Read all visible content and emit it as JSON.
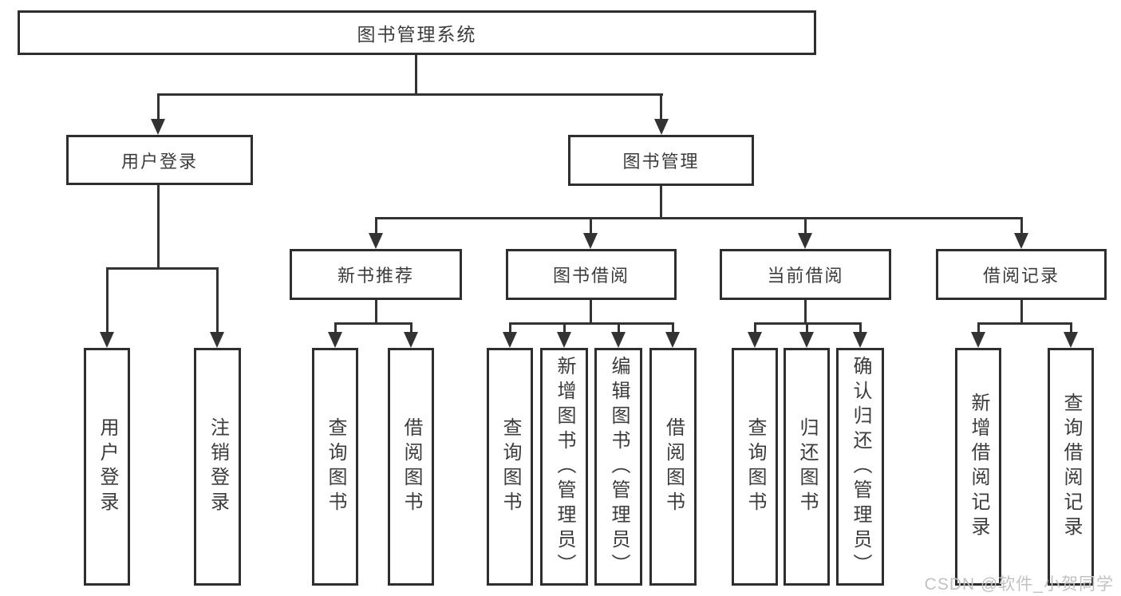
{
  "tree": {
    "label": "图书管理系统",
    "children": [
      {
        "label": "用户登录",
        "children": [
          {
            "label": "用户登录"
          },
          {
            "label": "注销登录"
          }
        ]
      },
      {
        "label": "图书管理",
        "children": [
          {
            "label": "新书推荐",
            "children": [
              {
                "label": "查询图书"
              },
              {
                "label": "借阅图书"
              }
            ]
          },
          {
            "label": "图书借阅",
            "children": [
              {
                "label": "查询图书"
              },
              {
                "label": "新增图书（管理员）"
              },
              {
                "label": "编辑图书（管理员）"
              },
              {
                "label": "借阅图书"
              }
            ]
          },
          {
            "label": "当前借阅",
            "children": [
              {
                "label": "查询图书"
              },
              {
                "label": "归还图书"
              },
              {
                "label": "确认归还（管理员）"
              }
            ]
          },
          {
            "label": "借阅记录",
            "children": [
              {
                "label": "新增借阅记录"
              },
              {
                "label": "查询借阅记录"
              }
            ]
          }
        ]
      }
    ]
  },
  "watermark": {
    "text": "CSDN @软件_小贺同学"
  },
  "colors": {
    "line": "#333333",
    "border": "#2e2e2e",
    "text": "#3c3c3c",
    "watermark": "#c2c2c2",
    "background": "#ffffff"
  }
}
